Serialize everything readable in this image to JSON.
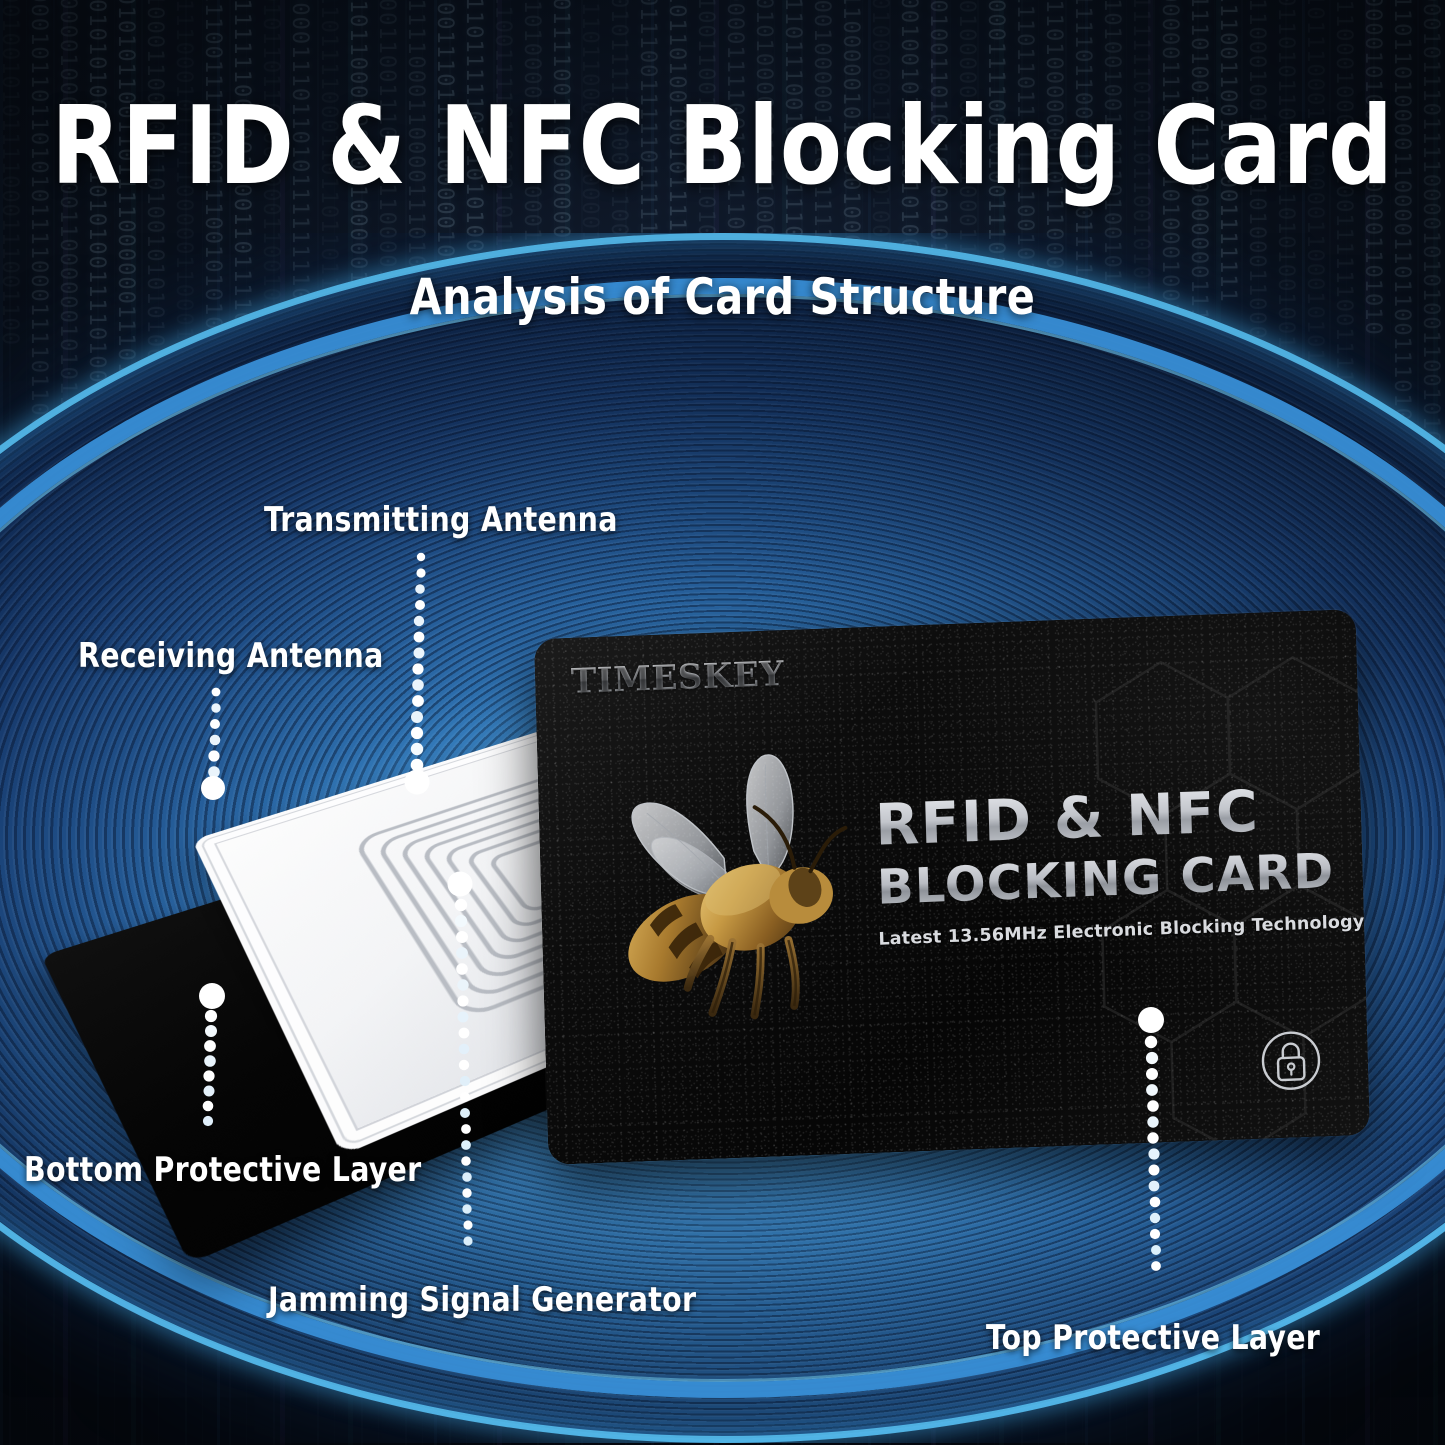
{
  "header": {
    "title": "RFID & NFC Blocking Card",
    "subtitle": "Analysis of Card Structure"
  },
  "card": {
    "brand": "TIMESKEY",
    "headline_line1": "RFID & NFC",
    "headline_line2": "BLOCKING CARD",
    "tagline": "Latest 13.56MHz Electronic Blocking Technology",
    "lock_icon": "lock-circle-icon",
    "bee_image": "honeybee-photo",
    "hex_pattern": "hexagon-pattern"
  },
  "callouts": [
    {
      "id": "transmitting-antenna",
      "label": "Transmitting Antenna"
    },
    {
      "id": "receiving-antenna",
      "label": "Receiving Antenna"
    },
    {
      "id": "bottom-protective-layer",
      "label": "Bottom Protective Layer"
    },
    {
      "id": "jamming-signal-generator",
      "label": "Jamming Signal Generator"
    },
    {
      "id": "top-protective-layer",
      "label": "Top Protective Layer"
    }
  ],
  "layers": {
    "bottom_protective": "bottom-black-protective-layer",
    "inlay": "white-antenna-inlay-layer",
    "top_card": "top-printed-black-card"
  },
  "colors": {
    "background_navy": "#0b1524",
    "disc_blue": "#3d8bca",
    "disc_rim_cyan": "#5ac8fa",
    "card_black": "#0c0c0c",
    "text_white": "#ffffff",
    "card_silver": "#c2c5cb"
  }
}
